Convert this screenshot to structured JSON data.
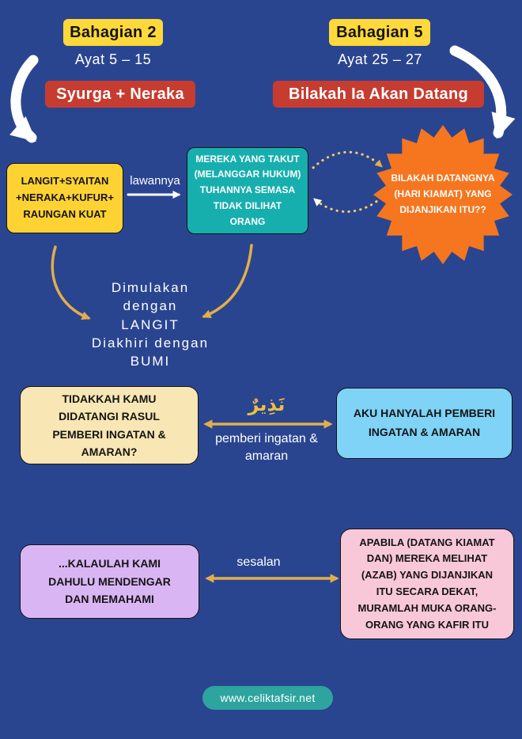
{
  "page": {
    "background_color": "#2a4590",
    "footer_url": "www.celiktafsir.net",
    "footer_bg": "#2ea49f"
  },
  "colors": {
    "badge_yellow": "#ffd93a",
    "badge_red": "#c63c30",
    "box_yellow": "#ffd234",
    "box_teal": "#17aeae",
    "starburst_orange": "#f5761f",
    "box_cream": "#f8e7b4",
    "box_blue": "#7ed3f7",
    "box_purple": "#d9b6f3",
    "box_pink": "#f8c8d8",
    "arrow_gold": "#e2ae4c",
    "arrow_white": "#ffffff",
    "arabic_yellow": "#efbe3f"
  },
  "sections": {
    "left_header": {
      "badge": "Bahagian 2",
      "ayat": "Ayat 5 – 15",
      "topic": "Syurga + Neraka"
    },
    "right_header": {
      "badge": "Bahagian 5",
      "ayat": "Ayat 25 – 27",
      "topic": "Bilakah Ia Akan Datang"
    },
    "flow1": {
      "yellow_box_lines": [
        "LANGIT+SYAITAN",
        "+NERAKA+KUFUR+",
        "RAUNGAN KUAT"
      ],
      "arrow_label": "lawannya",
      "teal_box_lines": [
        "MEREKA YANG TAKUT",
        "(MELANGGAR HUKUM)",
        "TUHANNYA SEMASA",
        "TIDAK DILIHAT",
        "ORANG"
      ],
      "starburst_lines": [
        "BILAKAH DATANGNYA",
        "(HARI KIAMAT) YANG",
        "DIJANJIKAN ITU??"
      ]
    },
    "center_note_lines": [
      "Dimulakan",
      "dengan",
      "LANGIT",
      "Diakhiri dengan",
      "BUMI"
    ],
    "flow2": {
      "left_box_lines": [
        "TIDAKKAH KAMU",
        "DIDATANGI RASUL",
        "PEMBERI INGATAN &",
        "AMARAN?"
      ],
      "arabic": "نَذِيرٌ",
      "arrow_label_lines": [
        "pemberi ingatan &",
        "amaran"
      ],
      "right_box_lines": [
        "AKU HANYALAH PEMBERI",
        "INGATAN & AMARAN"
      ]
    },
    "flow3": {
      "left_box_lines": [
        "...KALAULAH KAMI",
        "DAHULU MENDENGAR",
        "DAN MEMAHAMI"
      ],
      "arrow_label": "sesalan",
      "right_box_lines": [
        "APABILA (DATANG KIAMAT",
        "DAN) MEREKA MELIHAT",
        "(AZAB) YANG DIJANJIKAN",
        "ITU SECARA DEKAT,",
        "MURAMLAH MUKA ORANG-",
        "ORANG YANG KAFIR ITU"
      ]
    }
  }
}
